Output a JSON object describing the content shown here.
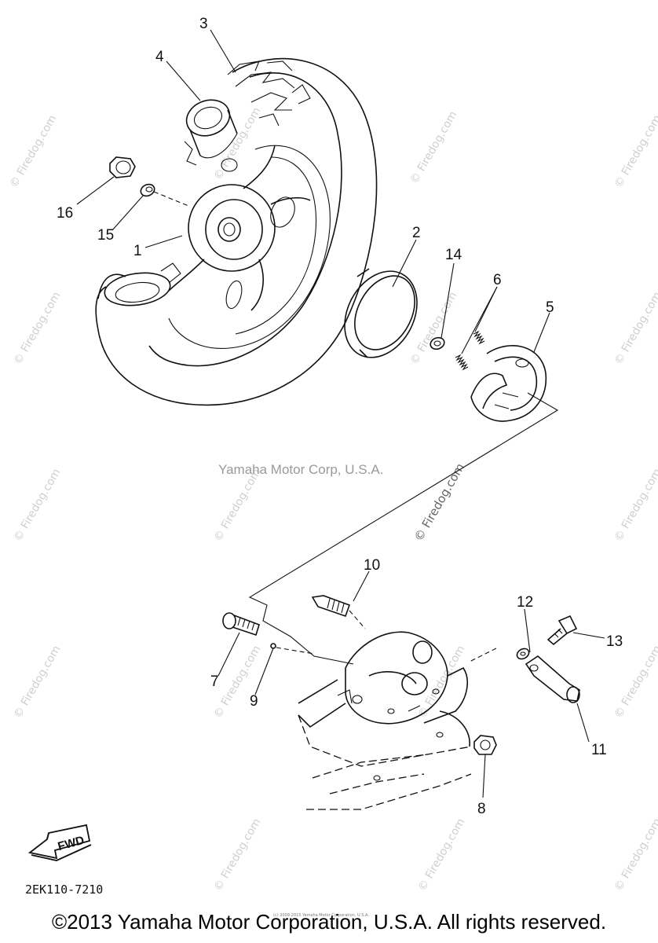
{
  "part_labels": {
    "p1": "1",
    "p2": "2",
    "p3": "3",
    "p4": "4",
    "p5": "5",
    "p6": "6",
    "p7": "7",
    "p8": "8",
    "p9": "9",
    "p10": "10",
    "p11": "11",
    "p12": "12",
    "p13": "13",
    "p14": "14",
    "p15": "15",
    "p16": "16"
  },
  "watermark_text": "© Firedog.com",
  "corp_watermark": "Yamaha Motor Corp, U.S.A.",
  "diagram_code": "2EK110-7210",
  "fwd_label": "FWD",
  "tiny_notice": "(c) 2009-2015 Yamaha Motor Corporation, U.S.A.",
  "footer_copyright": "©2013 Yamaha Motor Corporation, U.S.A. All rights reserved."
}
